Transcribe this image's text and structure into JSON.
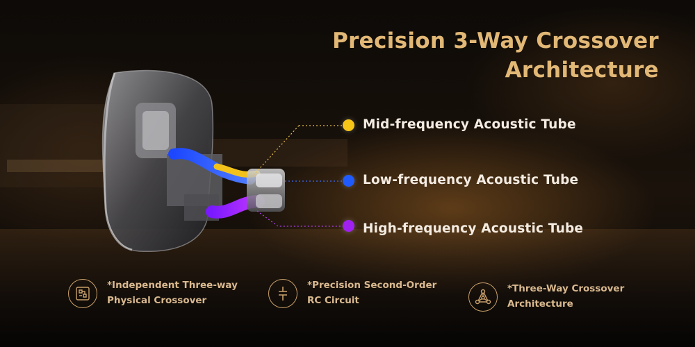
{
  "title": {
    "line1": "Precision 3-Way Crossover",
    "line2": "Architecture"
  },
  "callouts": [
    {
      "label": "Mid-frequency Acoustic Tube",
      "color": "#f5c518"
    },
    {
      "label": "Low-frequency Acoustic Tube",
      "color": "#1f5bff"
    },
    {
      "label": "High-frequency Acoustic Tube",
      "color": "#a020f0"
    }
  ],
  "features": [
    {
      "line1": "*Independent Three-way",
      "line2": "Physical Crossover",
      "icon": "circuit-board-icon"
    },
    {
      "line1": "*Precision Second-Order",
      "line2": "RC Circuit",
      "icon": "capacitor-icon"
    },
    {
      "line1": "*Three-Way Crossover",
      "line2": "Architecture",
      "icon": "network-triangle-icon"
    }
  ],
  "colors": {
    "accent_gold": "#e2b876",
    "feature_text": "#d9b98f",
    "label_text": "#f4ece2"
  }
}
